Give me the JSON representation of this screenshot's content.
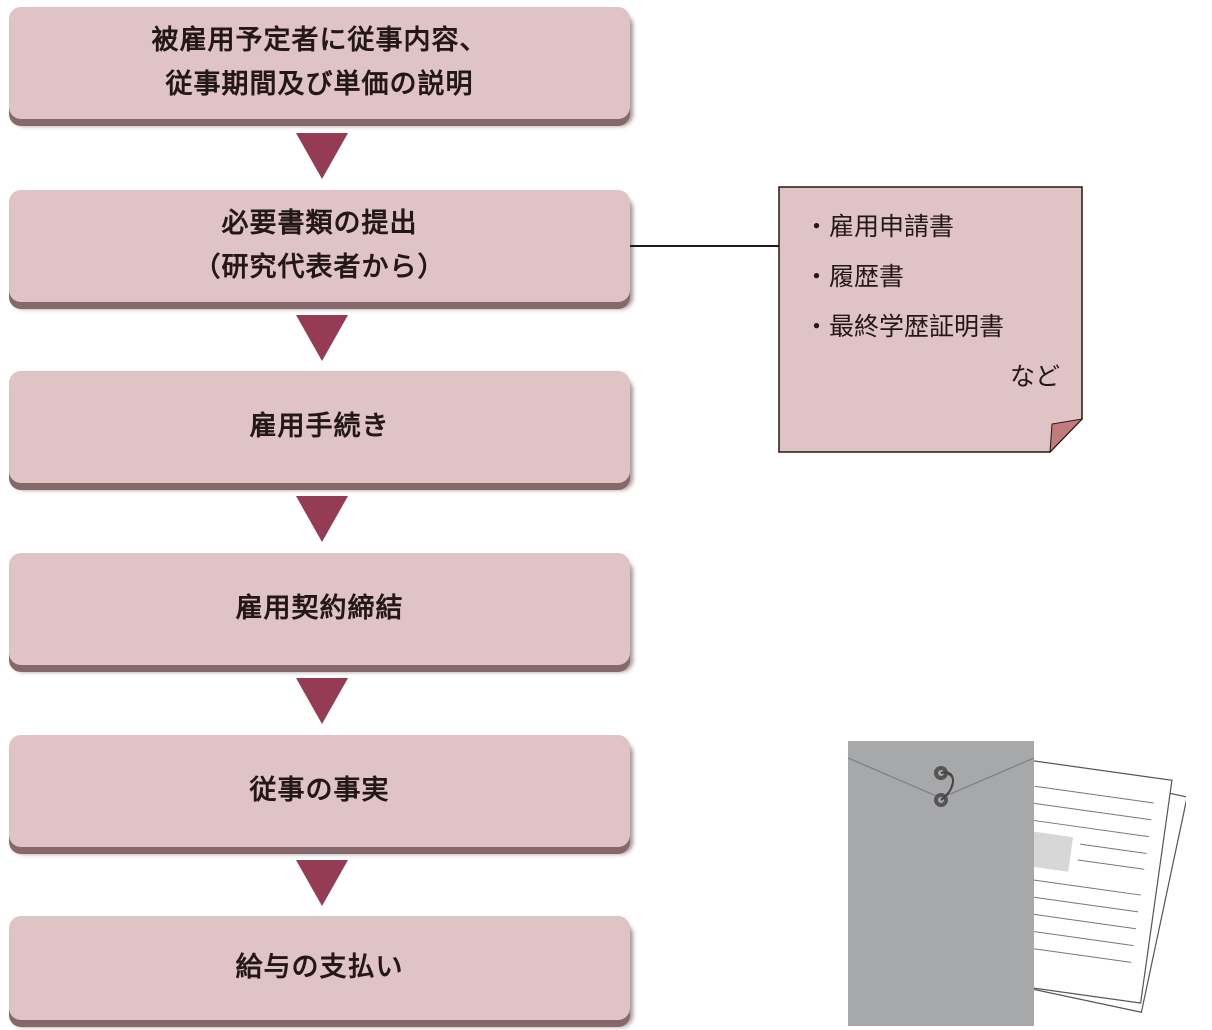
{
  "flow": {
    "steps": [
      {
        "lines": [
          "被雇用予定者に従事内容、",
          "従事期間及び単価の説明"
        ]
      },
      {
        "lines": [
          "必要書類の提出",
          "（研究代表者から）"
        ]
      },
      {
        "lines": [
          "雇用手続き"
        ]
      },
      {
        "lines": [
          "雇用契約締結"
        ]
      },
      {
        "lines": [
          "従事の事実"
        ]
      },
      {
        "lines": [
          "給与の支払い"
        ]
      }
    ]
  },
  "note": {
    "items": [
      "・雇用申請書",
      "・履歴書",
      "・最終学歴証明書"
    ],
    "suffix": "など"
  },
  "colors": {
    "box_fill": "#dfc3c5",
    "box_shadow": "#86686b",
    "arrow": "#953b53",
    "note_fill": "#dfc3c5",
    "note_corner": "#c27b7b",
    "envelope": "#a7a8aa"
  },
  "icons": {
    "arrow": "down-triangle-icon",
    "illustration": "envelope-with-documents-icon"
  }
}
